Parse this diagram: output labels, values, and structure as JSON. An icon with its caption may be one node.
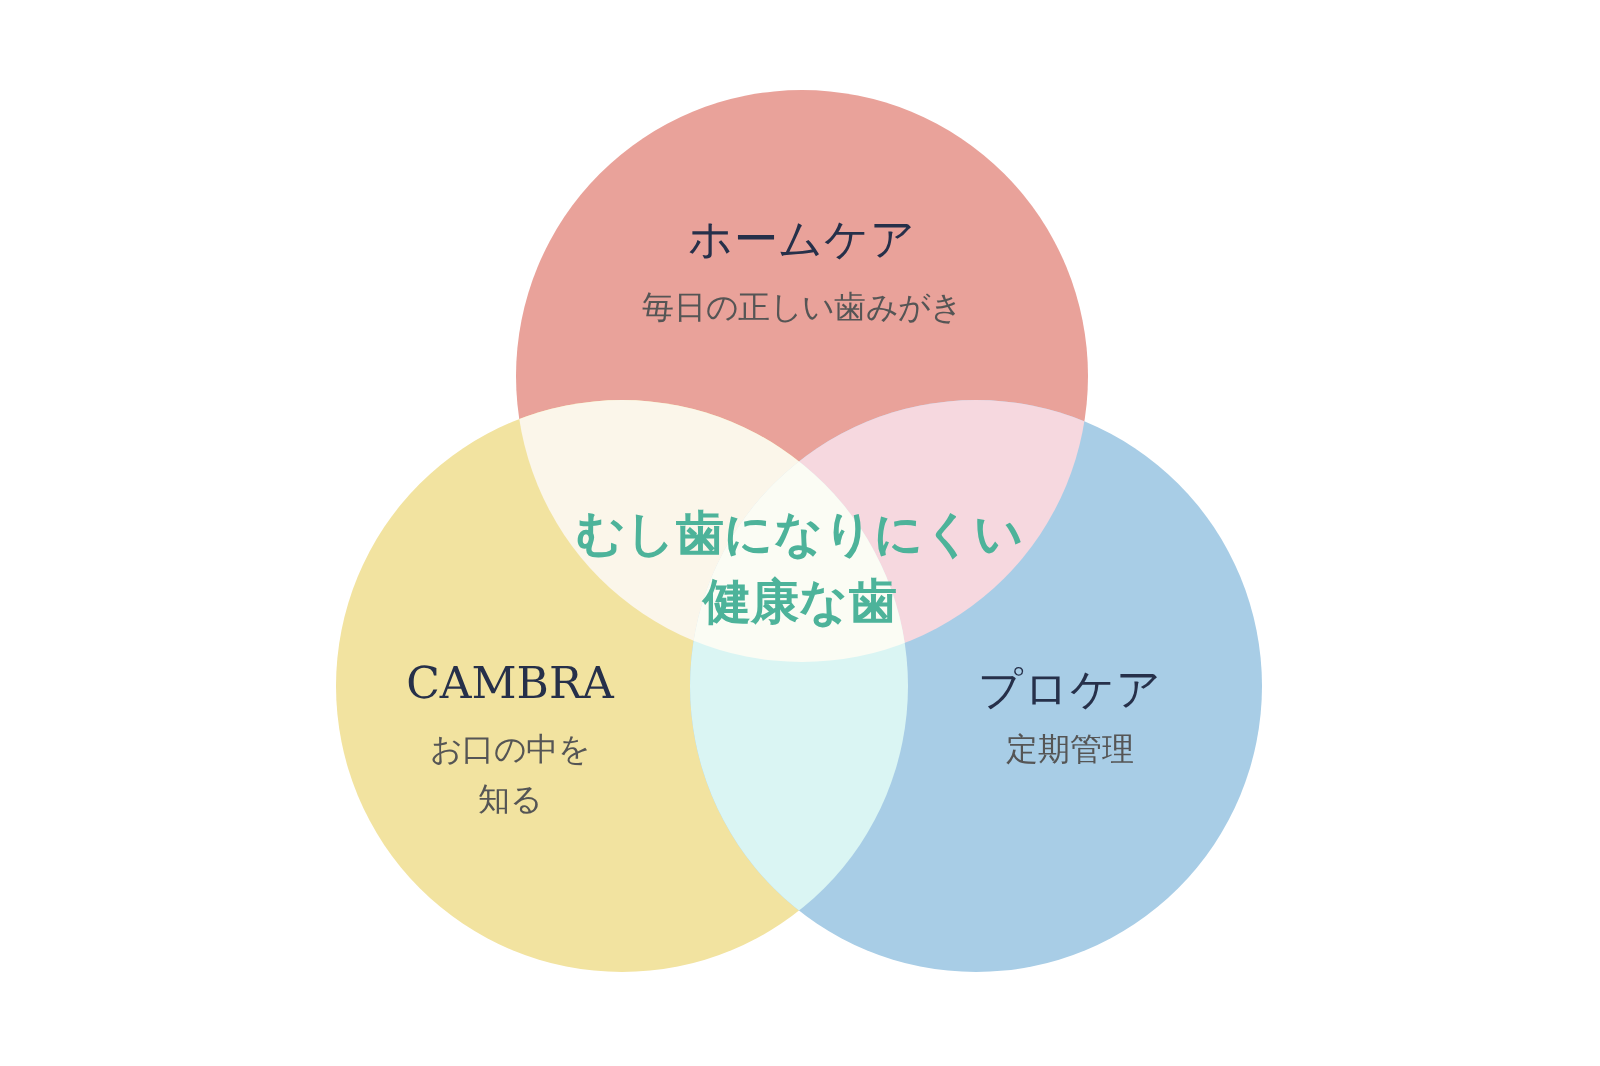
{
  "diagram": {
    "nodes": [
      {
        "text": [
          "ホームケア",
          "毎日の正しい歯みがき"
        ]
      },
      {
        "text": [
          "CAMBRA",
          "お口の中を知る"
        ]
      },
      {
        "text": [
          "プロケア",
          "定期管理"
        ]
      }
    ],
    "labels": [
      "むし歯になりにくい健康な歯"
    ]
  }
}
